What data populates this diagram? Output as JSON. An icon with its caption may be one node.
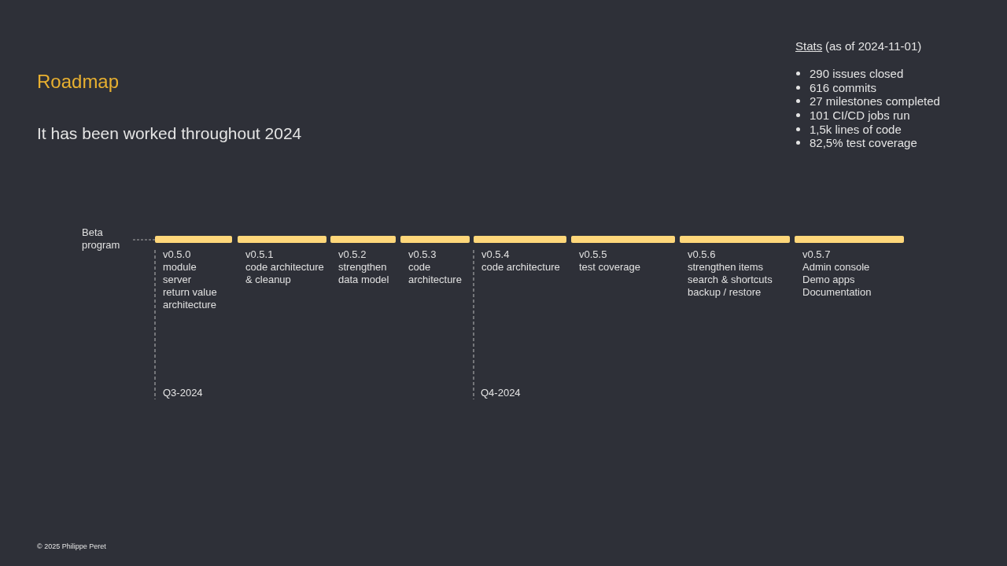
{
  "diagram": {
    "title": "Roadmap",
    "nodes": [
      {
        "text": [
          "Beta program"
        ]
      },
      {
        "text": [
          "v0.5.0",
          "module",
          "server",
          "return value architecture"
        ]
      },
      {
        "text": [
          "v0.5.1",
          "code architecture & cleanup"
        ]
      },
      {
        "text": [
          "v0.5.2",
          "strengthen data model"
        ]
      },
      {
        "text": [
          "v0.5.3",
          "code architecture"
        ]
      },
      {
        "text": [
          "v0.5.4",
          "code architecture"
        ]
      },
      {
        "text": [
          "v0.5.5",
          "test coverage"
        ]
      },
      {
        "text": [
          "v0.5.6",
          "strengthen items",
          "search & shortcuts",
          "backup / restore"
        ]
      },
      {
        "text": [
          "v0.5.7",
          "Admin console",
          "Demo apps",
          "Documentation"
        ]
      }
    ],
    "edges": [
      {
        "from": 0,
        "to": 1,
        "arrow": "none",
        "style": "dashed"
      }
    ],
    "labels": [
      "It has been worked throughout 2024",
      "Stats",
      "(as of 2024-11-01)",
      "290 issues closed",
      "616 commits",
      "27 milestones completed",
      "101 CI/CD jobs run",
      "1,5k lines of code",
      "82,5% test coverage",
      "Q3-2024",
      "Q4-2024",
      "© 2025 Philippe Peret"
    ]
  }
}
